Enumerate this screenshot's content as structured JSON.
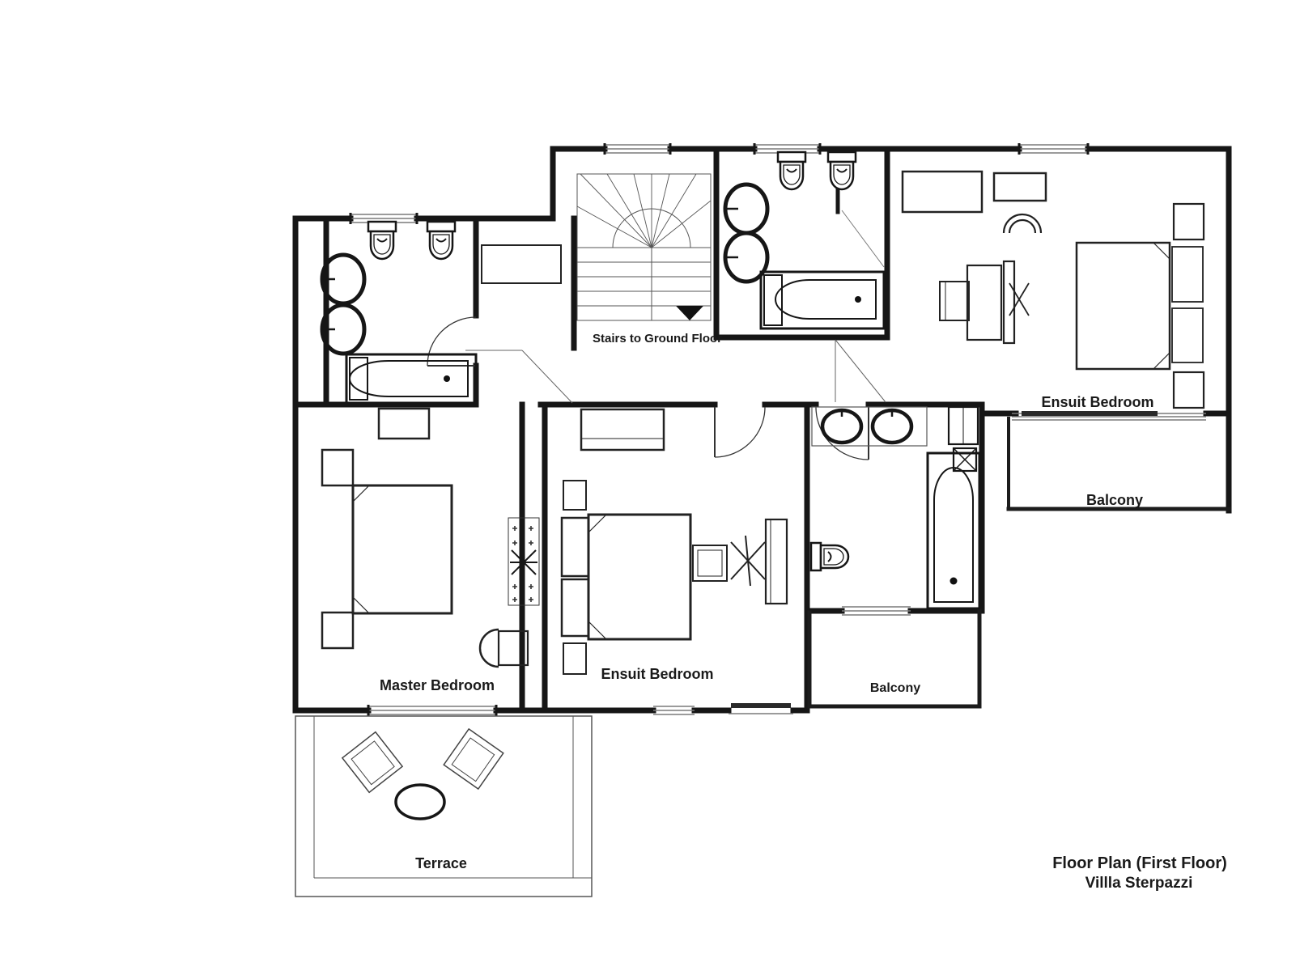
{
  "document": {
    "type": "floor-plan",
    "floor": "First Floor"
  },
  "title": {
    "line1": "Floor Plan  (First Floor)",
    "line2": "Villla Sterpazzi"
  },
  "room_labels": {
    "master_bedroom": "Master Bedroom",
    "ensuit_bedroom_center": "Ensuit Bedroom",
    "ensuit_bedroom_right": "Ensuit Bedroom",
    "balcony_right": "Balcony",
    "balcony_bottom": "Balcony",
    "terrace": "Terrace"
  },
  "annotations": {
    "stairs": "Stairs to Ground Floor",
    "stairs_direction_icon": "triangle-down-arrow"
  },
  "fixtures": [
    "winder-staircase",
    "toilet",
    "washbasin",
    "bathtub",
    "shower-corner",
    "double-bed",
    "nightstand",
    "wardrobe",
    "dresser",
    "sofa-bench",
    "desk",
    "desk-chair",
    "tub-chair",
    "decorative-rug",
    "terrace-armchair",
    "terrace-oval-table",
    "utility-box"
  ],
  "colors": {
    "wall": "#161616",
    "furniture_line": "#222222",
    "thin_line": "#555555",
    "window_line": "#7a7a7a",
    "text": "#1a1a1a",
    "background": "#ffffff"
  }
}
